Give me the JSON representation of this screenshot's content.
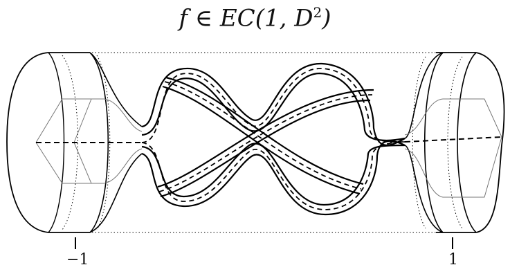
{
  "title": {
    "prefix": "f ∈ EC(1, D",
    "superscript": "2",
    "suffix": ")"
  },
  "axis": {
    "left_label": "−1",
    "right_label": "1"
  }
}
